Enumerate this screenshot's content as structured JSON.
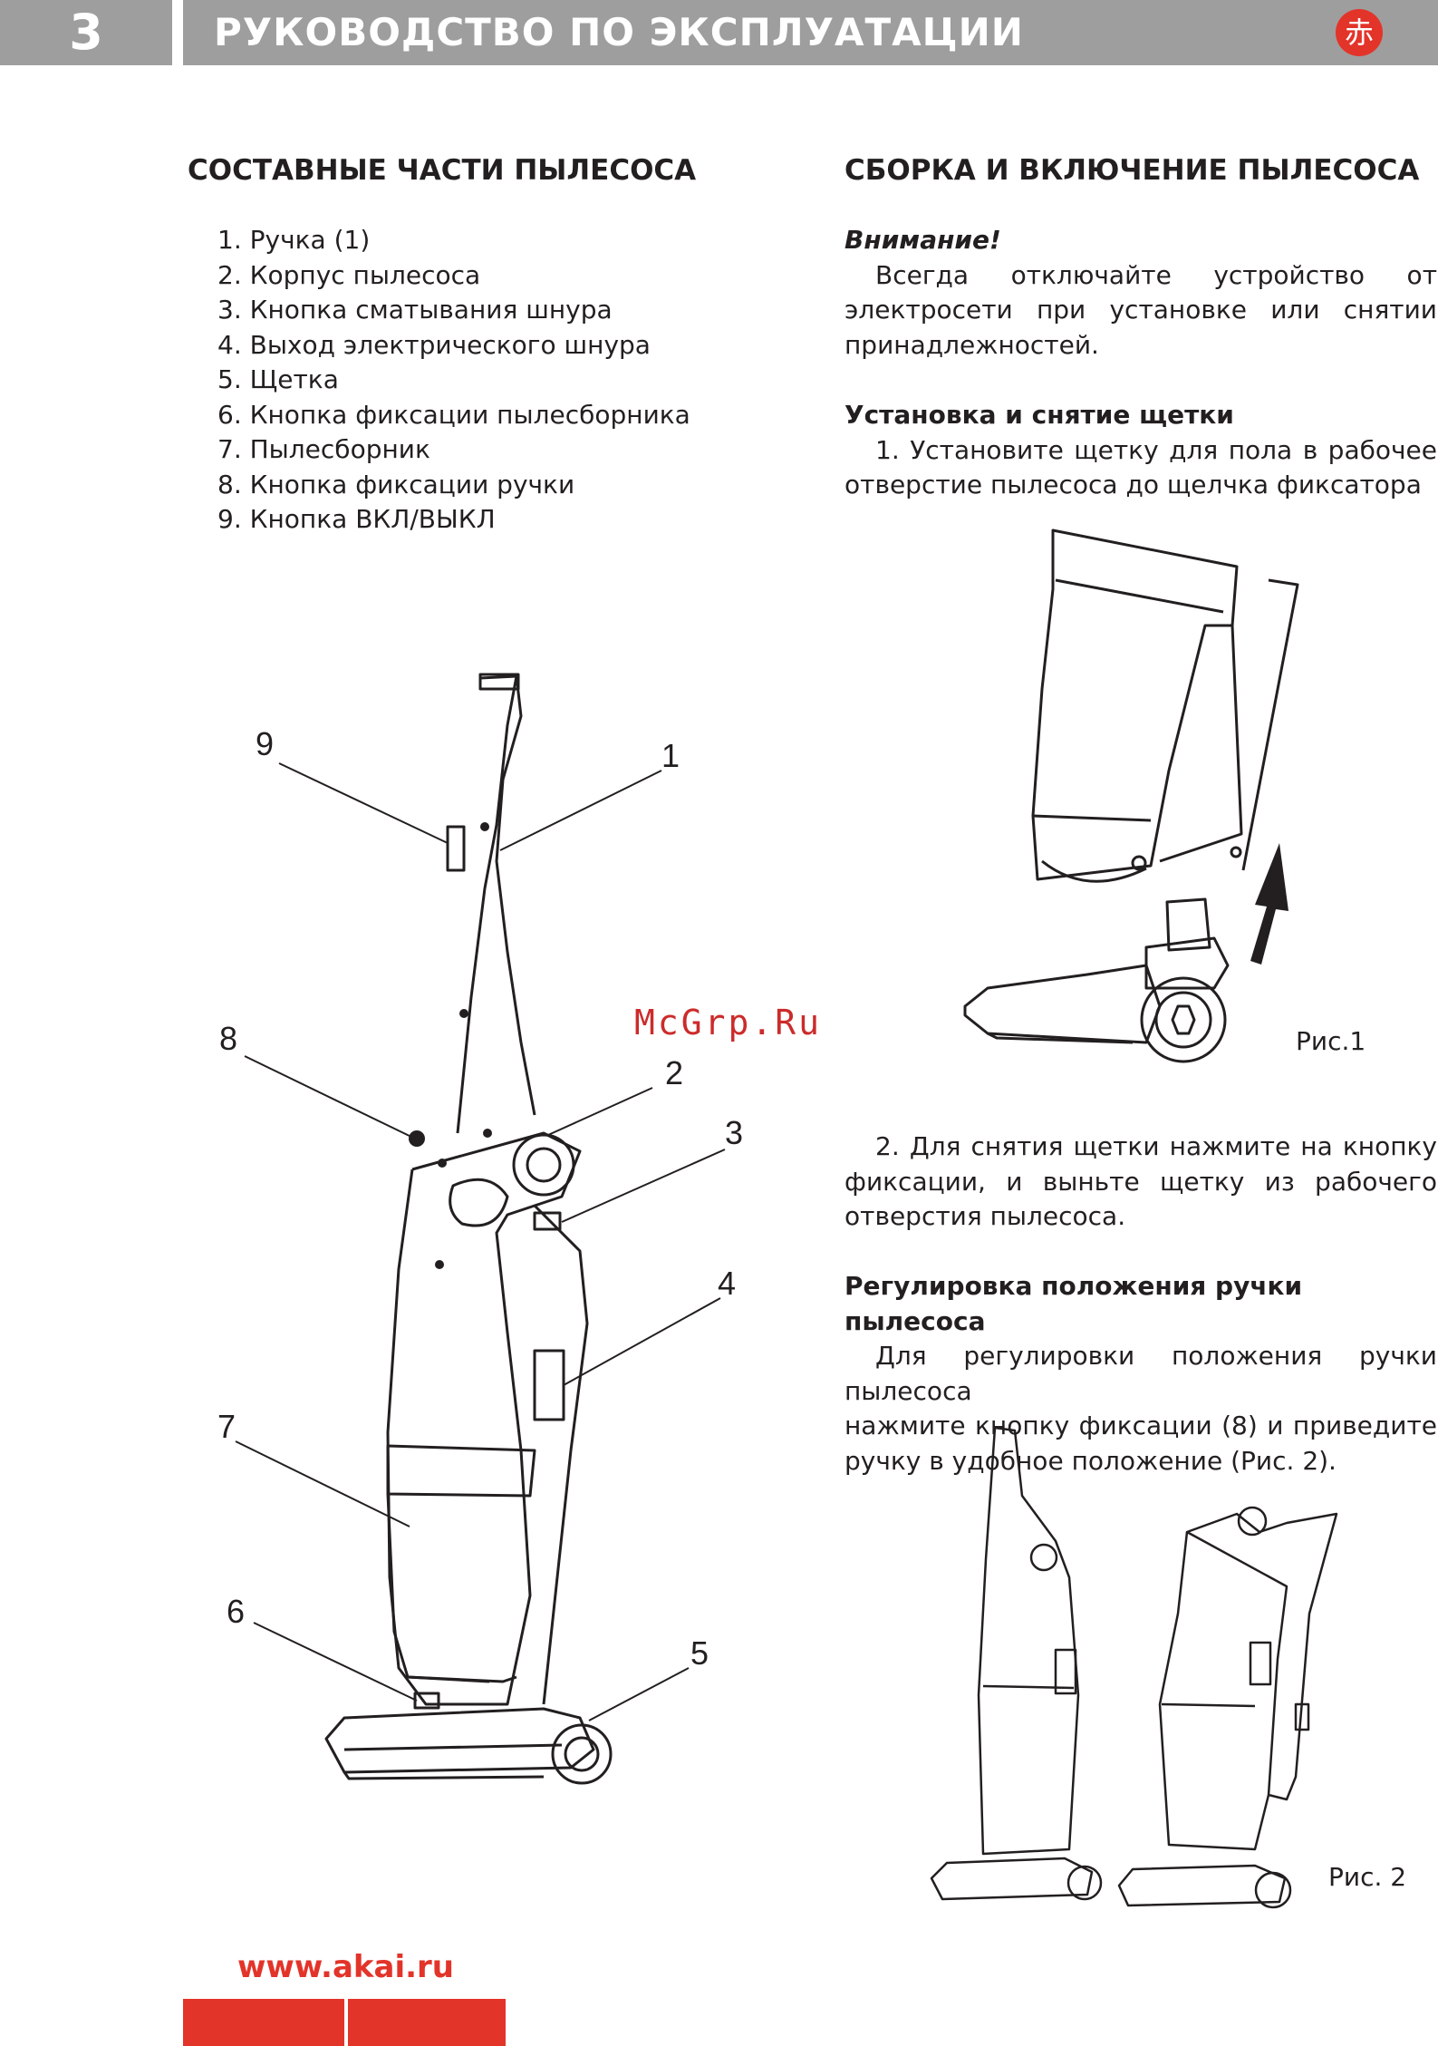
{
  "header": {
    "page_number": "3",
    "title": "РУКОВОДСТВО ПО ЭКСПЛУАТАЦИИ",
    "logo_glyph": "赤"
  },
  "left": {
    "heading": "СОСТАВНЫЕ ЧАСТИ ПЫЛЕСОСА",
    "parts": [
      "1. Ручка (1)",
      "2. Корпус пылесоса",
      "3. Кнопка сматывания шнура",
      "4. Выход электрического шнура",
      "5. Щетка",
      "6. Кнопка фиксации пылесборника",
      "7. Пылесборник",
      "8. Кнопка фиксации ручки",
      "9. Кнопка ВКЛ/ВЫКЛ"
    ],
    "callouts": [
      "9",
      "1",
      "8",
      "2",
      "3",
      "4",
      "7",
      "6",
      "5"
    ]
  },
  "right": {
    "heading": "СБОРКА И ВКЛЮЧЕНИЕ ПЫЛЕСОСА",
    "warning_label": "Внимание!",
    "warning_line1": "Всегда отключайте устройство от",
    "warning_line2": "электросети при установке или снятии",
    "warning_line3": "принадлежностей.",
    "brush_heading": "Установка и снятие щетки",
    "step1_line1": "1. Установите щетку для пола в рабочее",
    "step1_line2": "отверстие пылесоса до щелчка фиксатора",
    "fig1_caption": "Рис.1",
    "step2_line1": "2. Для снятия щетки нажмите на кнопку",
    "step2_line2": "фиксации, и выньте щетку из рабочего",
    "step2_line3": "отверстия пылесоса.",
    "handle_heading": "Регулировка положения ручки пылесоса",
    "handle_line1": "Для регулировки положения ручки пылесоса",
    "handle_line2": "нажмите кнопку фиксации (8) и приведите",
    "handle_line3": "ручку в удобное положение (Рис. 2).",
    "fig2_caption": "Рис. 2"
  },
  "watermark": "McGrp.Ru",
  "footer": {
    "url": "www.akai.ru"
  },
  "colors": {
    "header_gray": "#9e9e9e",
    "brand_red": "#e3342a"
  }
}
